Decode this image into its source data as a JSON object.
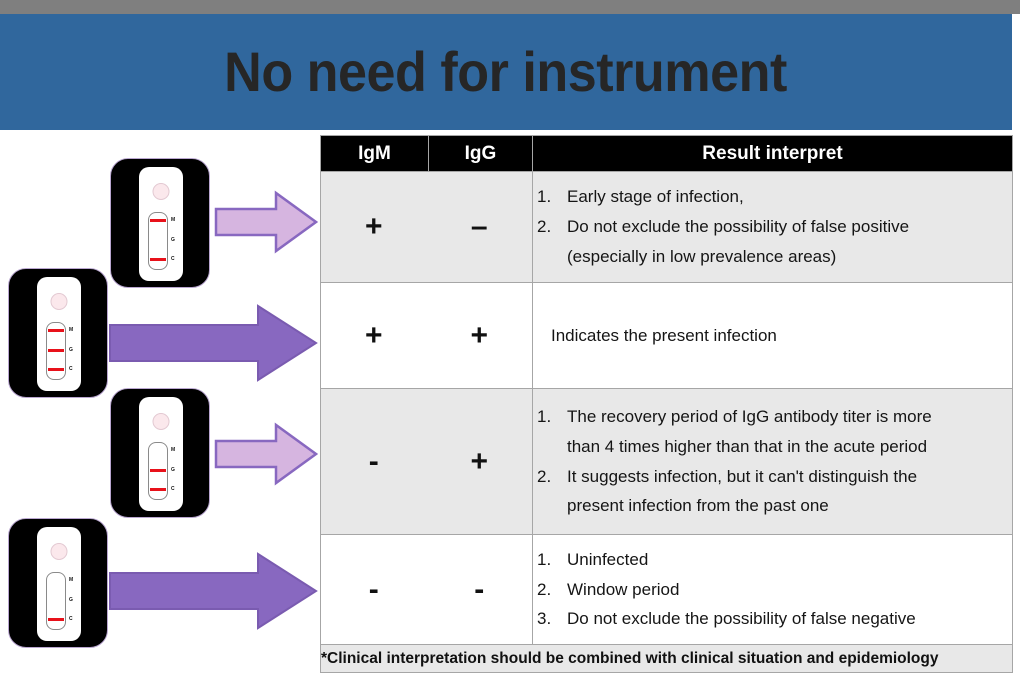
{
  "slide": {
    "title": "No need for instrument",
    "title_banner_color": "#30679d",
    "top_strip_color": "#7f7f7f"
  },
  "table": {
    "headers": {
      "igm": "IgM",
      "igg": "IgG",
      "result": "Result interpret"
    },
    "rows": [
      {
        "igm": "+",
        "igg": "–",
        "shaded": true,
        "items": [
          {
            "num": "1.",
            "lines": [
              "Early stage of infection,"
            ]
          },
          {
            "num": "2.",
            "lines": [
              "Do not exclude the possibility of false positive",
              "(especially in low prevalence areas)"
            ]
          }
        ]
      },
      {
        "igm": "+",
        "igg": "+",
        "shaded": false,
        "plain_text": "Indicates the present infection",
        "items": []
      },
      {
        "igm": "-",
        "igg": "+",
        "shaded": true,
        "items": [
          {
            "num": "1.",
            "lines": [
              "The recovery period of IgG antibody titer is more",
              "than 4 times higher than that in the acute period"
            ]
          },
          {
            "num": "2.",
            "lines": [
              "It suggests infection, but it can't distinguish the",
              "present infection from the past one"
            ]
          }
        ]
      },
      {
        "igm": "-",
        "igg": "-",
        "shaded": false,
        "items": [
          {
            "num": "1.",
            "lines": [
              "Uninfected"
            ]
          },
          {
            "num": "2.",
            "lines": [
              "Window period"
            ]
          },
          {
            "num": "3.",
            "lines": [
              "Do not exclude the possibility of false negative"
            ]
          }
        ]
      }
    ],
    "footnote": "*Clinical interpretation should be combined with clinical situation and epidemiology"
  },
  "devices": [
    {
      "id": "cassette-igm-pos-igg-neg",
      "markers": {
        "m": "M",
        "g": "G",
        "c": "C"
      },
      "bands": {
        "m": true,
        "g": false,
        "c": true
      }
    },
    {
      "id": "cassette-igm-pos-igg-pos",
      "markers": {
        "m": "M",
        "g": "G",
        "c": "C"
      },
      "bands": {
        "m": true,
        "g": true,
        "c": true
      }
    },
    {
      "id": "cassette-igm-neg-igg-pos",
      "markers": {
        "m": "M",
        "g": "G",
        "c": "C"
      },
      "bands": {
        "m": false,
        "g": true,
        "c": true
      }
    },
    {
      "id": "cassette-igm-neg-igg-neg",
      "markers": {
        "m": "M",
        "g": "G",
        "c": "C"
      },
      "bands": {
        "m": false,
        "g": false,
        "c": true
      }
    }
  ],
  "arrows": [
    {
      "id": "arrow-row-1",
      "style": "light",
      "fill": "#d6b5e0",
      "stroke": "#8868c0"
    },
    {
      "id": "arrow-row-2",
      "style": "solid",
      "fill": "#8868c0",
      "stroke": "#7a5bb0"
    },
    {
      "id": "arrow-row-3",
      "style": "light",
      "fill": "#d6b5e0",
      "stroke": "#8868c0"
    },
    {
      "id": "arrow-row-4",
      "style": "solid",
      "fill": "#8868c0",
      "stroke": "#7a5bb0"
    }
  ]
}
